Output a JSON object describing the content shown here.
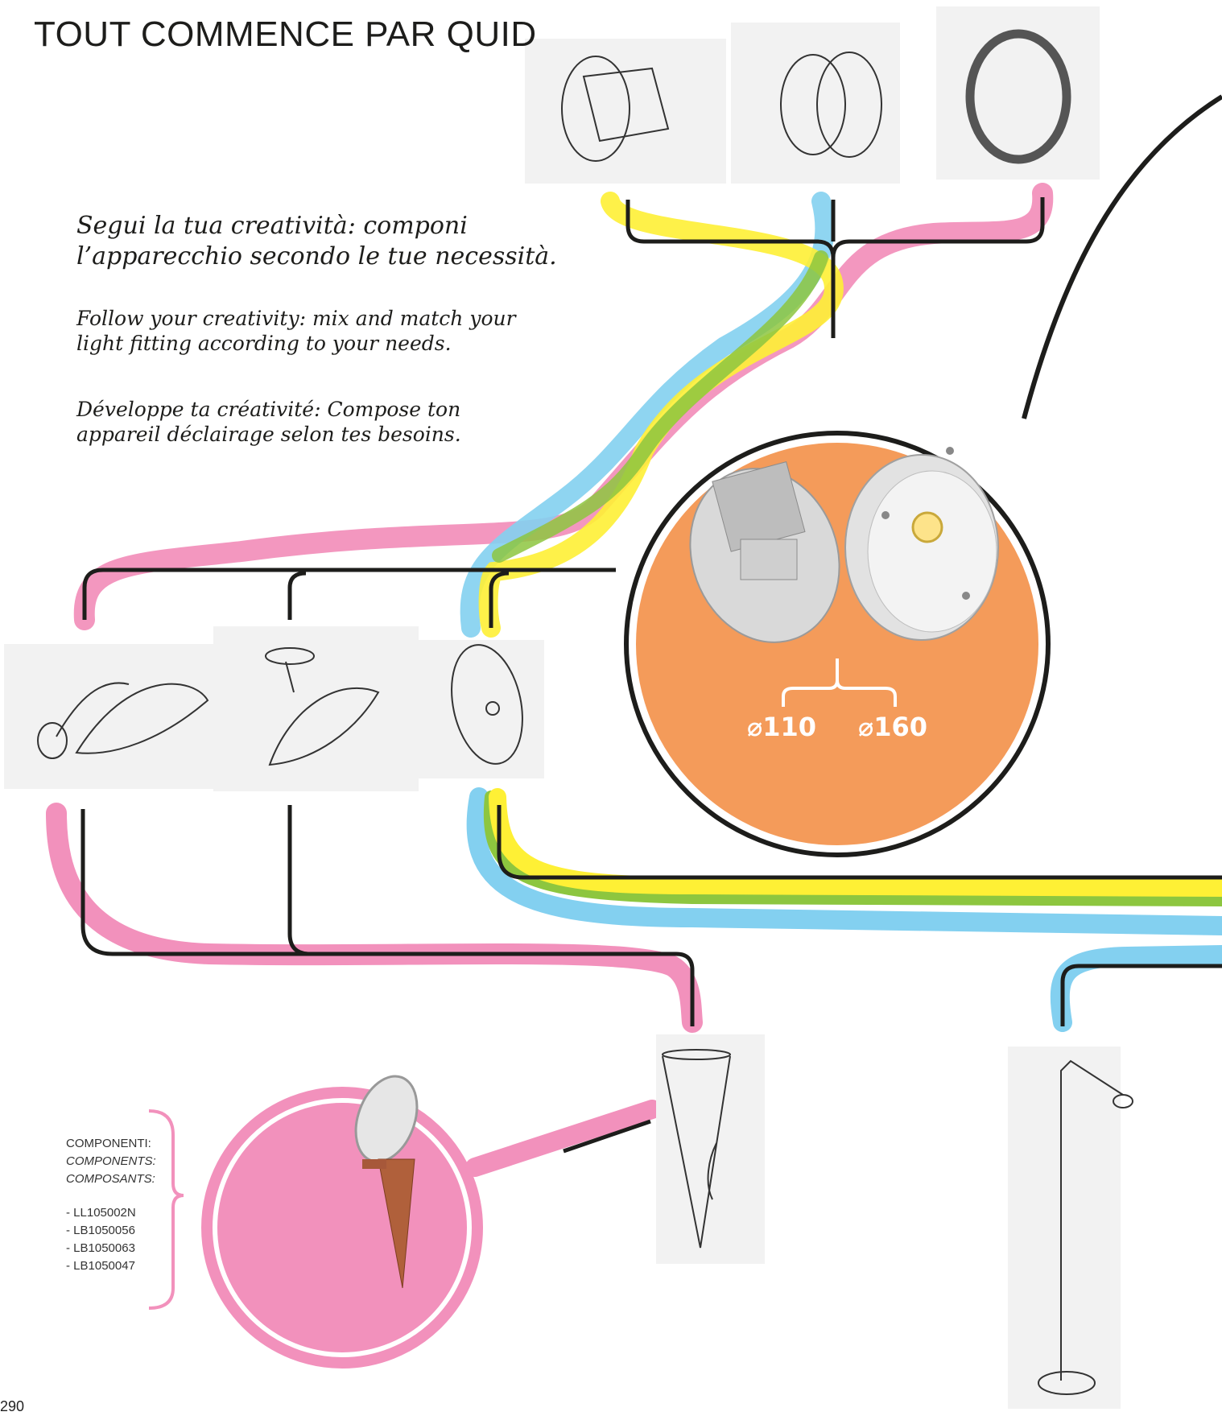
{
  "title": "TOUT COMMENCE PAR QUID",
  "tagline": {
    "it_line1": "Segui la tua creatività: componi",
    "it_line2": "l’apparecchio secondo le tue necessità.",
    "en_line1": "Follow your creativity: mix and match your",
    "en_line2": "light fitting according to your needs.",
    "fr_line1": "Développe ta créativité: Compose ton",
    "fr_line2": "appareil déclairage selon tes besoins."
  },
  "dimensions": {
    "small": "⌀110",
    "large": "⌀160"
  },
  "components": {
    "label_it": "COMPONENTI:",
    "label_en": "COMPONENTS:",
    "label_fr": "COMPOSANTS:",
    "codes": [
      "- LL105002N",
      "- LB1050056",
      "- LB1050063",
      "- LB1050047"
    ]
  },
  "page_number": "290",
  "colors": {
    "pink": "#f291bc",
    "yellow": "#fef035",
    "blue": "#83d0f0",
    "green": "#8dc63f",
    "orange": "#f49b5a",
    "line": "#1d1d1b"
  },
  "icons": {
    "top_accessories": [
      "square-shade-icon",
      "round-cover-icon",
      "ring-frame-icon"
    ],
    "mid_accessories": [
      "wall-arm-dome-icon",
      "ceiling-dome-icon",
      "disc-plate-icon"
    ],
    "bottom_accessories": [
      "ground-spike-icon",
      "floor-pole-icon"
    ],
    "main_product": "quid-module-photo",
    "featured_product": "spike-lamp-photo"
  }
}
